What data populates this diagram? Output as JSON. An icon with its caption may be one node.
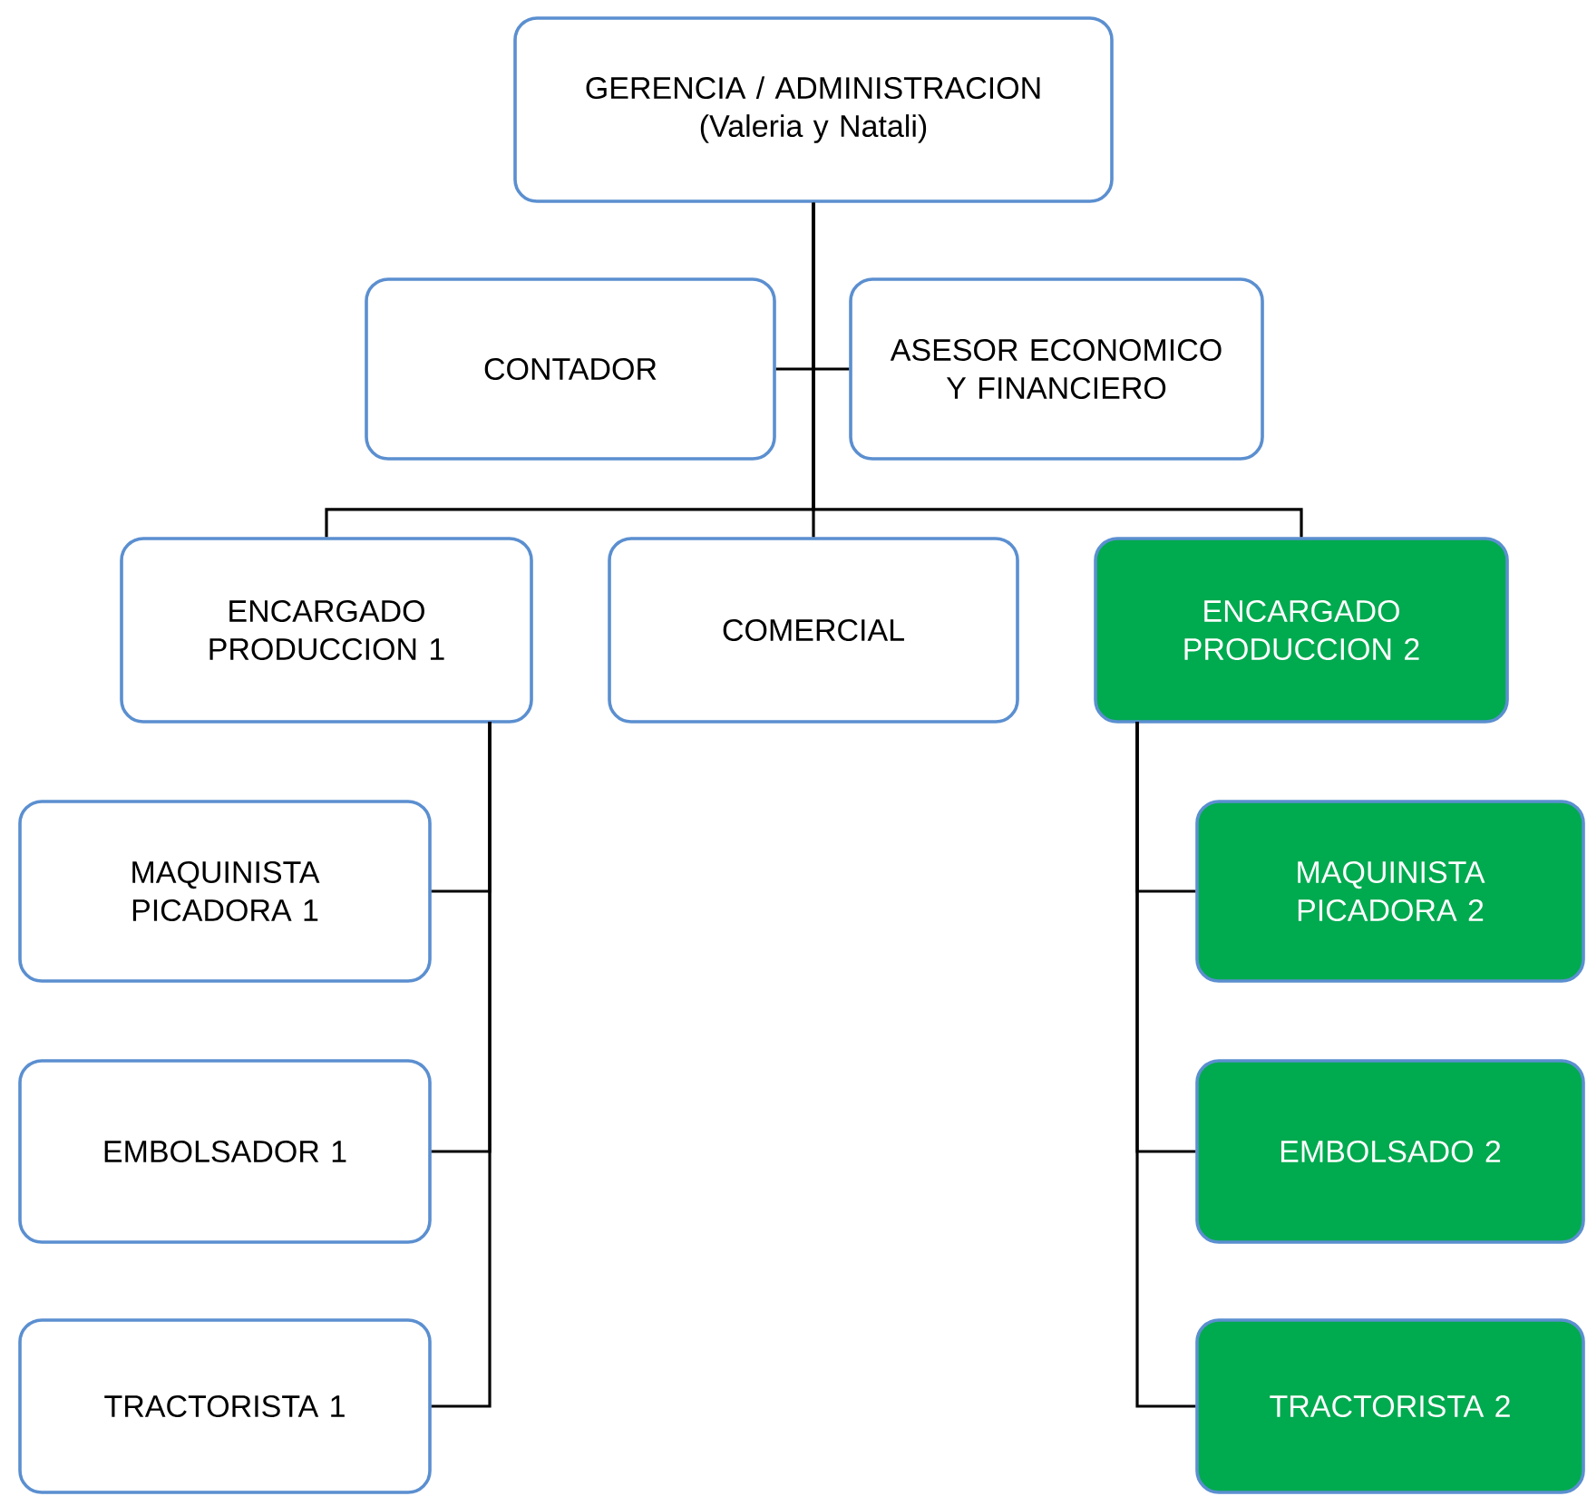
{
  "diagram": {
    "nodes": [
      {
        "text": [
          "GERENCIA / ADMINISTRACION (Valeria y Natali)"
        ]
      },
      {
        "text": [
          "CONTADOR"
        ]
      },
      {
        "text": [
          "ASESOR ECONOMICO Y FINANCIERO"
        ]
      },
      {
        "text": [
          "ENCARGADO PRODUCCION 1"
        ]
      },
      {
        "text": [
          "COMERCIAL"
        ]
      },
      {
        "text": [
          "ENCARGADO PRODUCCION 2"
        ]
      },
      {
        "text": [
          "MAQUINISTA PICADORA 1"
        ]
      },
      {
        "text": [
          "EMBOLSADOR 1"
        ]
      },
      {
        "text": [
          "TRACTORISTA 1"
        ]
      },
      {
        "text": [
          "MAQUINISTA PICADORA 2"
        ]
      },
      {
        "text": [
          "EMBOLSADO 2"
        ]
      },
      {
        "text": [
          "TRACTORISTA 2"
        ]
      }
    ],
    "edges": [
      {
        "from": 0,
        "to": 1,
        "arrow": "none"
      },
      {
        "from": 0,
        "to": 2,
        "arrow": "none"
      },
      {
        "from": 0,
        "to": 3,
        "arrow": "none"
      },
      {
        "from": 0,
        "to": 4,
        "arrow": "none"
      },
      {
        "from": 0,
        "to": 5,
        "arrow": "none"
      },
      {
        "from": 3,
        "to": 6,
        "arrow": "none"
      },
      {
        "from": 3,
        "to": 7,
        "arrow": "none"
      },
      {
        "from": 3,
        "to": 8,
        "arrow": "none"
      },
      {
        "from": 5,
        "to": 9,
        "arrow": "none"
      },
      {
        "from": 5,
        "to": 10,
        "arrow": "none"
      },
      {
        "from": 5,
        "to": 11,
        "arrow": "none"
      }
    ]
  }
}
